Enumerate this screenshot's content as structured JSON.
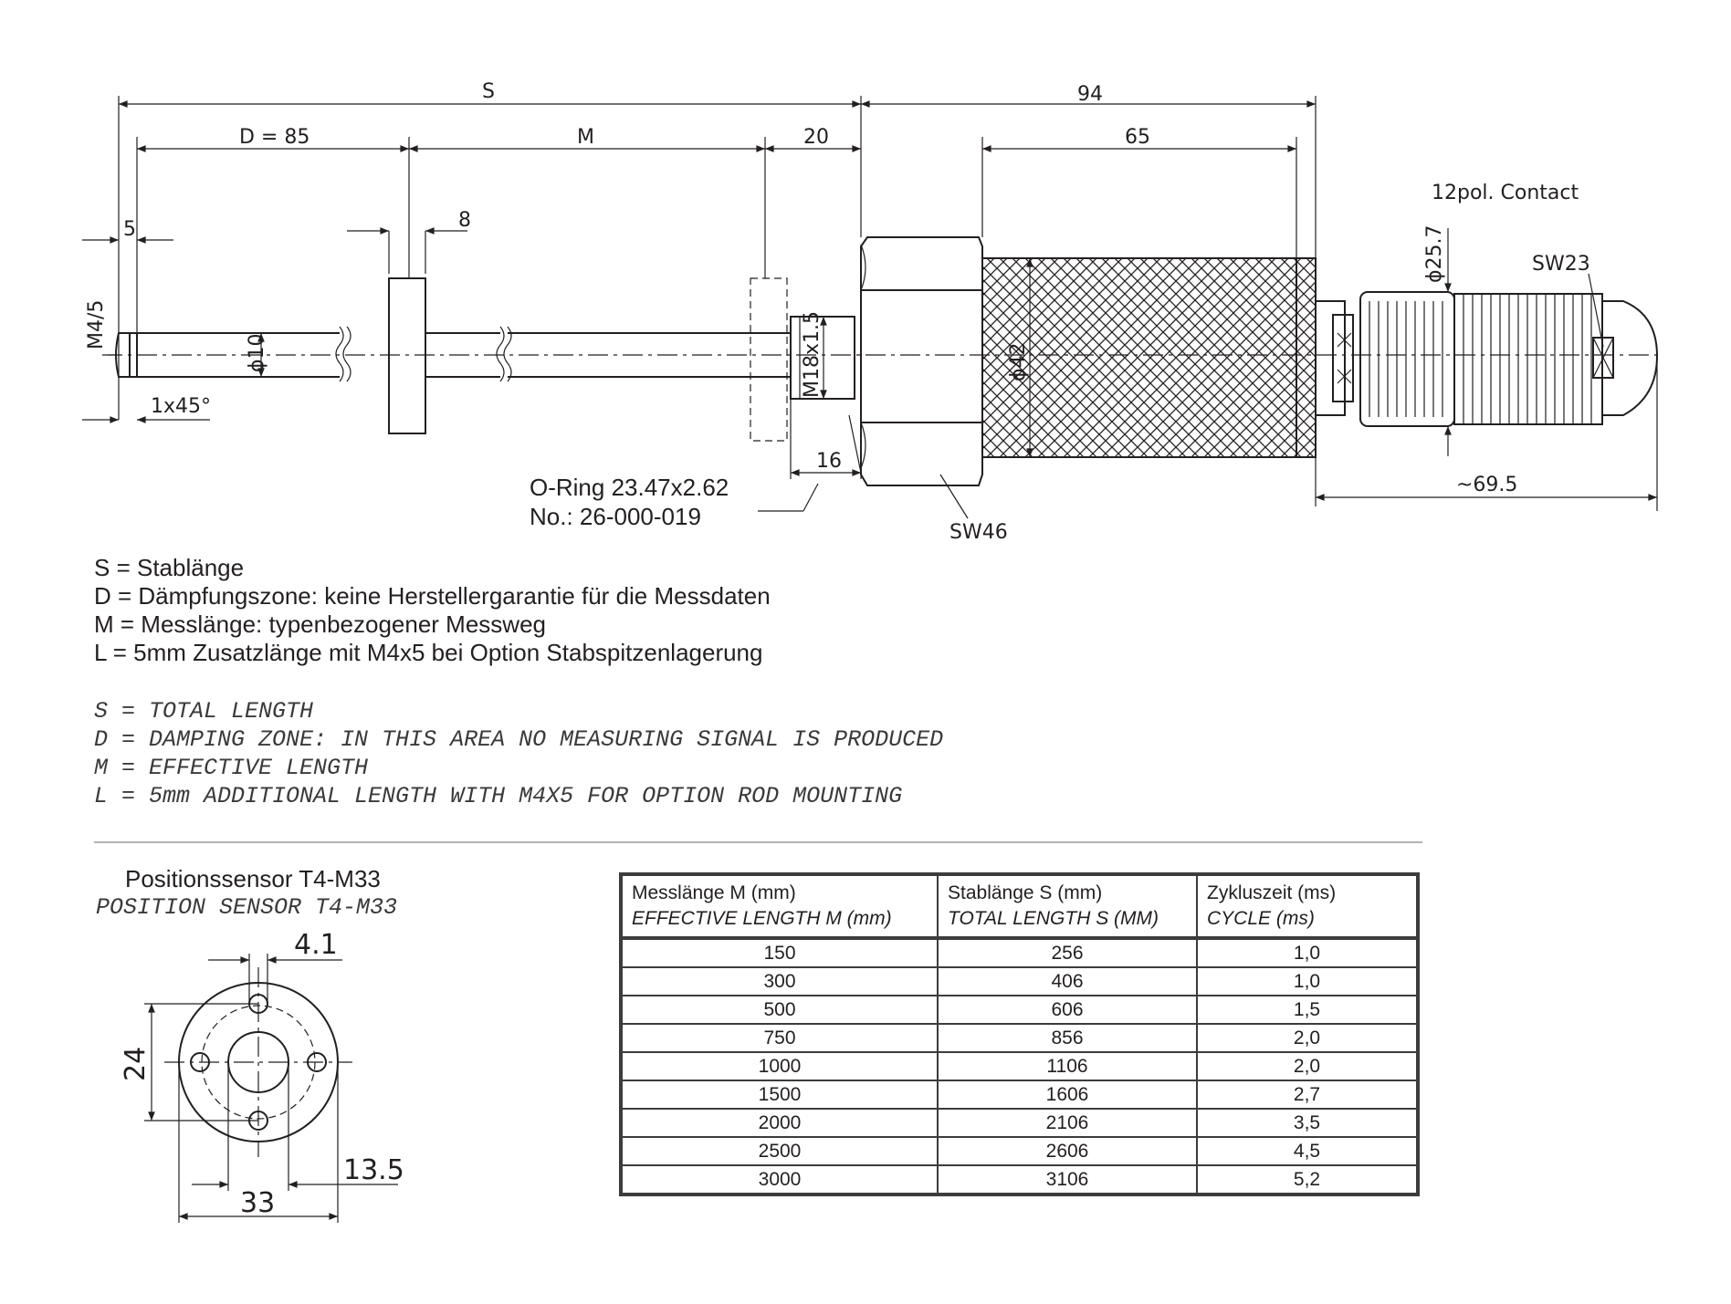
{
  "drawing": {
    "dimensions": {
      "s": "S",
      "d": "D = 85",
      "m": "M",
      "twenty": "20",
      "ninetyfour": "94",
      "sixtyfive": "65",
      "five": "5",
      "eight": "8",
      "m4_5": "M4/5",
      "phi10": "ϕ10",
      "chamfer": "1x45°",
      "thread": "M18x1.5",
      "sixteen": "16",
      "phi42": "ϕ42",
      "phi25_7": "ϕ25.7",
      "sw23": "SW23",
      "sw46": "SW46",
      "approx69_5": "~69.5",
      "contact": "12pol. Contact"
    },
    "oring": {
      "line1": "O-Ring 23.47x2.62",
      "line2": "No.: 26-000-019"
    }
  },
  "legend_de": [
    "S = Stablänge",
    "D = Dämpfungszone: keine Herstellergarantie für die Messdaten",
    "M = Messlänge: typenbezogener Messweg",
    "L = 5mm Zusatzlänge mit M4x5 bei Option Stabspitzenlagerung"
  ],
  "legend_en": [
    "S = TOTAL LENGTH",
    "D = DAMPING ZONE: IN THIS AREA NO MEASURING SIGNAL IS PRODUCED",
    "M = EFFECTIVE LENGTH",
    "L = 5mm ADDITIONAL LENGTH WITH M4X5 FOR OPTION ROD MOUNTING"
  ],
  "sensor": {
    "title": "Positionssensor T4-M33",
    "subtitle": "POSITION SENSOR T4-M33",
    "dims": {
      "a": "4.1",
      "b": "24",
      "c": "13.5",
      "d": "33"
    }
  },
  "table": {
    "headers": [
      {
        "de": "Messlänge M (mm)",
        "en": "EFFECTIVE LENGTH M (mm)"
      },
      {
        "de": "Stablänge S (mm)",
        "en": "TOTAL LENGTH S (MM)"
      },
      {
        "de": "Zykluszeit (ms)",
        "en": "CYCLE (ms)"
      }
    ],
    "rows": [
      [
        "150",
        "256",
        "1,0"
      ],
      [
        "300",
        "406",
        "1,0"
      ],
      [
        "500",
        "606",
        "1,5"
      ],
      [
        "750",
        "856",
        "2,0"
      ],
      [
        "1000",
        "1106",
        "2,0"
      ],
      [
        "1500",
        "1606",
        "2,7"
      ],
      [
        "2000",
        "2106",
        "3,5"
      ],
      [
        "2500",
        "2606",
        "4,5"
      ],
      [
        "3000",
        "3106",
        "5,2"
      ]
    ]
  }
}
